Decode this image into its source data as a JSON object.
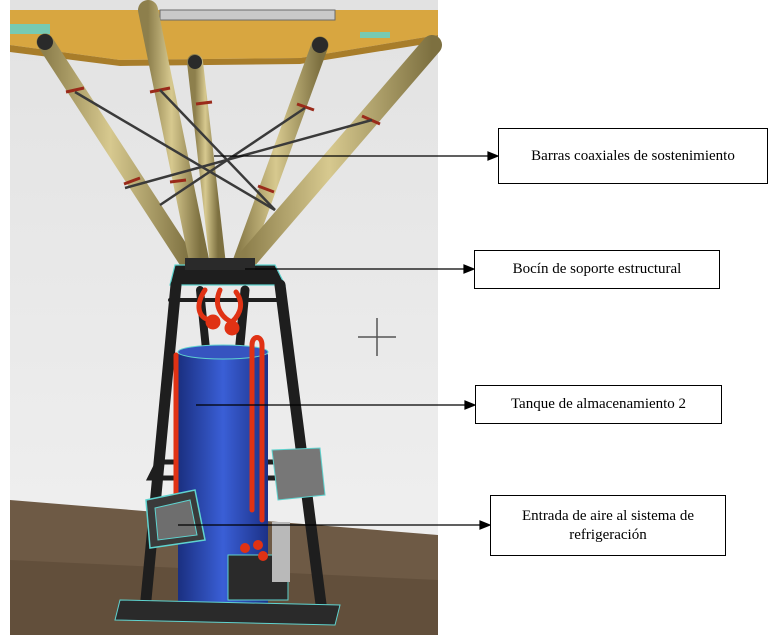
{
  "diagram": {
    "callouts": [
      {
        "id": "barras",
        "text": "Barras coaxiales de sostenimiento"
      },
      {
        "id": "bocin",
        "text": "Bocín de soporte estructural"
      },
      {
        "id": "tanque",
        "text": "Tanque de almacenamiento 2"
      },
      {
        "id": "entrada",
        "text": "Entrada de aire al sistema de refrigeración"
      }
    ]
  },
  "colors": {
    "frame": "#1e1e1e",
    "tube": "#b4a46a",
    "tank": "#2a49b8",
    "pipe": "#e03214",
    "ceiling": "#d8a640",
    "cyan_edge": "#5fd3cf",
    "wall": "#ebebeb",
    "floor": "#6e5a45"
  }
}
